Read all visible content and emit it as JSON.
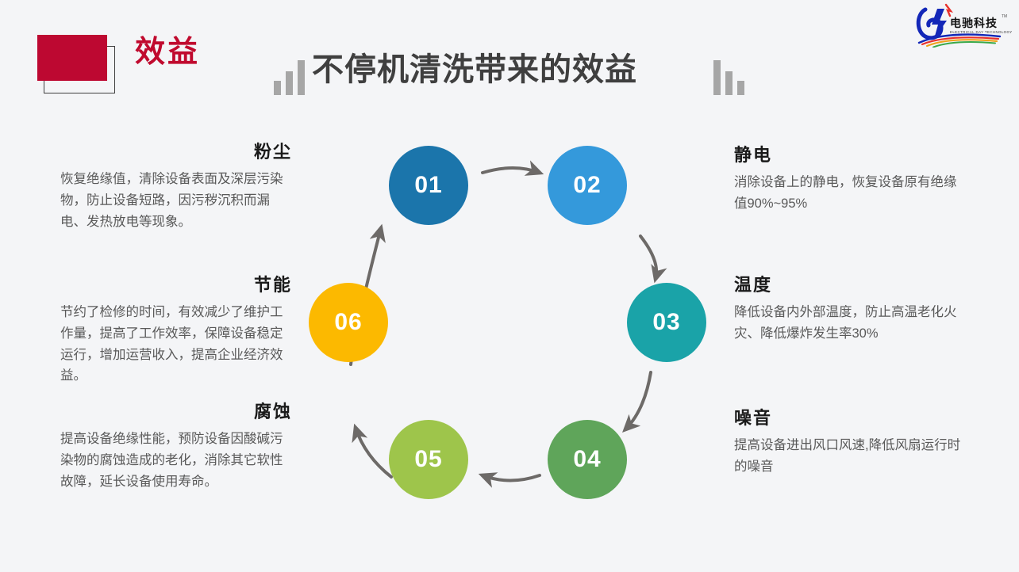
{
  "header": {
    "badge_label": "效益",
    "title": "不停机清洗带来的效益",
    "accent_red": "#bd0831",
    "title_color": "#3f3f3f",
    "bar_color": "#a6a6a6",
    "decoration_left": "bar-chart-marks",
    "decoration_right": "bar-chart-marks"
  },
  "logo": {
    "brand_cn": "电驰科技",
    "brand_en": "ELECTRICAL DAY TECHNOLOGY",
    "trademark": "TM"
  },
  "diagram": {
    "type": "cycle",
    "nodes": [
      {
        "id": "01",
        "label": "01",
        "color": "#1b75ab",
        "topic": "粉尘"
      },
      {
        "id": "02",
        "label": "02",
        "color": "#3499db",
        "topic": "静电"
      },
      {
        "id": "03",
        "label": "03",
        "color": "#1aa3a8",
        "topic": "温度"
      },
      {
        "id": "04",
        "label": "04",
        "color": "#5fa55a",
        "topic": "噪音"
      },
      {
        "id": "05",
        "label": "05",
        "color": "#9ec54b",
        "topic": "腐蚀"
      },
      {
        "id": "06",
        "label": "06",
        "color": "#fcb900",
        "topic": "节能"
      }
    ],
    "arrow_color": "#6d6a68",
    "flow": [
      "01",
      "02",
      "03",
      "04",
      "05",
      "06",
      "01"
    ]
  },
  "blocks": {
    "dust": {
      "title": "粉尘",
      "body": "恢复绝缘值，清除设备表面及深层污染物，防止设备短路，因污秽沉积而漏电、发热放电等现象。"
    },
    "energy": {
      "title": "节能",
      "body": "节约了检修的时间，有效减少了维护工作量，提高了工作效率，保障设备稳定运行，增加运营收入，提高企业经济效益。"
    },
    "corrosion": {
      "title": "腐蚀",
      "body": "提高设备绝缘性能，预防设备因酸碱污染物的腐蚀造成的老化，消除其它软性故障，延长设备使用寿命。"
    },
    "static": {
      "title": "静电",
      "body": "消除设备上的静电，恢复设备原有绝缘值90%~95%"
    },
    "temperature": {
      "title": "温度",
      "body": "降低设备内外部温度，防止高温老化火灾、降低爆炸发生率30%"
    },
    "noise": {
      "title": "噪音",
      "body": "提高设备进出风口风速,降低风扇运行时的噪音"
    }
  }
}
